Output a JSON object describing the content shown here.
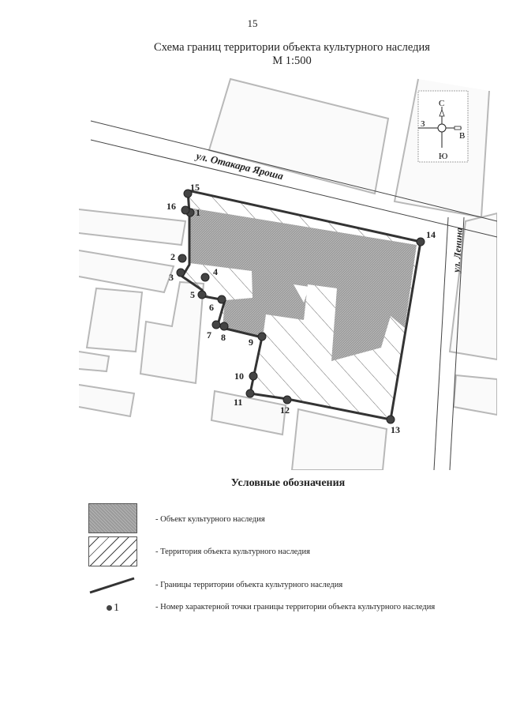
{
  "page": {
    "number": "15",
    "title": "Схема границ территории объекта культурного наследия",
    "scale": "М 1:500"
  },
  "map": {
    "streets": [
      {
        "name": "ул. Отакара Яроша"
      },
      {
        "name": "ул. Ленина"
      }
    ],
    "compass": {
      "north": "С",
      "south": "Ю",
      "west": "З",
      "east": "В"
    },
    "points": [
      {
        "id": "1",
        "label": "1"
      },
      {
        "id": "2",
        "label": "2"
      },
      {
        "id": "3",
        "label": "3"
      },
      {
        "id": "4",
        "label": "4"
      },
      {
        "id": "5",
        "label": "5"
      },
      {
        "id": "6",
        "label": "6"
      },
      {
        "id": "7",
        "label": "7"
      },
      {
        "id": "8",
        "label": "8"
      },
      {
        "id": "9",
        "label": "9"
      },
      {
        "id": "10",
        "label": "10"
      },
      {
        "id": "11",
        "label": "11"
      },
      {
        "id": "12",
        "label": "12"
      },
      {
        "id": "13",
        "label": "13"
      },
      {
        "id": "14",
        "label": "14"
      },
      {
        "id": "15",
        "label": "15"
      },
      {
        "id": "16",
        "label": "16"
      }
    ],
    "colors": {
      "object_fill": "#9a9a9a",
      "boundary_line": "#333333",
      "point_fill": "#444444",
      "background_building": "#b8b8b8"
    }
  },
  "legend": {
    "title": "Условные обозначения",
    "items": [
      {
        "symbol": "object",
        "label": "- Объект культурного наследия"
      },
      {
        "symbol": "territory",
        "label": "- Территория объекта культурного наследия"
      },
      {
        "symbol": "boundary",
        "label": "- Границы территории объекта культурного наследия"
      },
      {
        "symbol": "point",
        "sample": "1",
        "label": "- Номер характерной точки границы территории объекта культурного наследия"
      }
    ]
  }
}
